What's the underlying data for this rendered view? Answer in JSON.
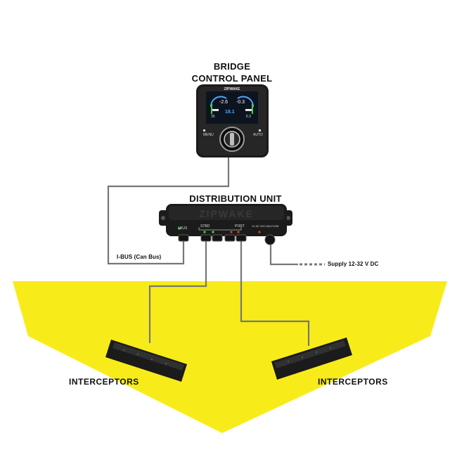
{
  "labels": {
    "bridge_line1": "BRIDGE",
    "bridge_line2": "CONTROL PANEL",
    "distribution_unit": "DISTRIBUTION UNIT",
    "ibus": "I-BUS (Can Bus)",
    "supply": "Supply 12-32 V DC",
    "interceptors_left": "INTERCEPTORS",
    "interceptors_right": "INTERCEPTORS"
  },
  "control_panel": {
    "brand": "ZIPWAKE",
    "menu_label": "MENU",
    "auto_label": "AUTO",
    "left_trim": "-2.6",
    "right_trim": "-0.3",
    "center_value": "18.1",
    "left_pct": "35",
    "right_pct": "6.3"
  },
  "distribution": {
    "brand": "ZIPWAKE",
    "port_labels": [
      "I-BUS",
      "STBD",
      "PORT",
      "12-32 VDC",
      "15A FUSE"
    ]
  },
  "colors": {
    "hull": "#f7ec1a",
    "wire": "#777777",
    "device_body": "#1b1b1b",
    "panel_screen": "#0c1420",
    "led_green": "#3fd63f",
    "led_red": "#e23b2a"
  }
}
